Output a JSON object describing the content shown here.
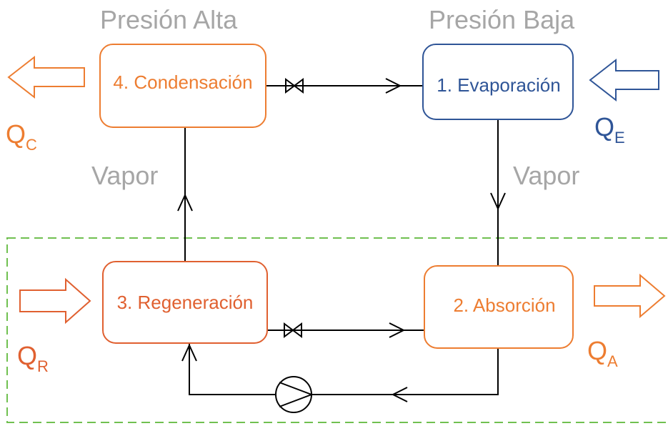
{
  "colors": {
    "orange": "#ed7d31",
    "orange_dark": "#e06030",
    "blue": "#2f5597",
    "gray": "#a6a6a6",
    "green": "#70c050",
    "black": "#000000"
  },
  "headers": {
    "high": "Presión Alta",
    "low": "Presión Baja"
  },
  "vapor_labels": {
    "left": "Vapor",
    "right": "Vapor"
  },
  "stages": {
    "condensation": "4. Condensación",
    "evaporation": "1. Evaporación",
    "regeneration": "3. Regeneración",
    "absorption": "2. Absorción"
  },
  "heat": {
    "qc": {
      "main": "Q",
      "sub": "C"
    },
    "qe": {
      "main": "Q",
      "sub": "E"
    },
    "qr": {
      "main": "Q",
      "sub": "R"
    },
    "qa": {
      "main": "Q",
      "sub": "A"
    }
  },
  "icons": {
    "valve_top": "expansion-valve-icon",
    "valve_bottom": "expansion-valve-icon",
    "pump": "pump-icon"
  }
}
